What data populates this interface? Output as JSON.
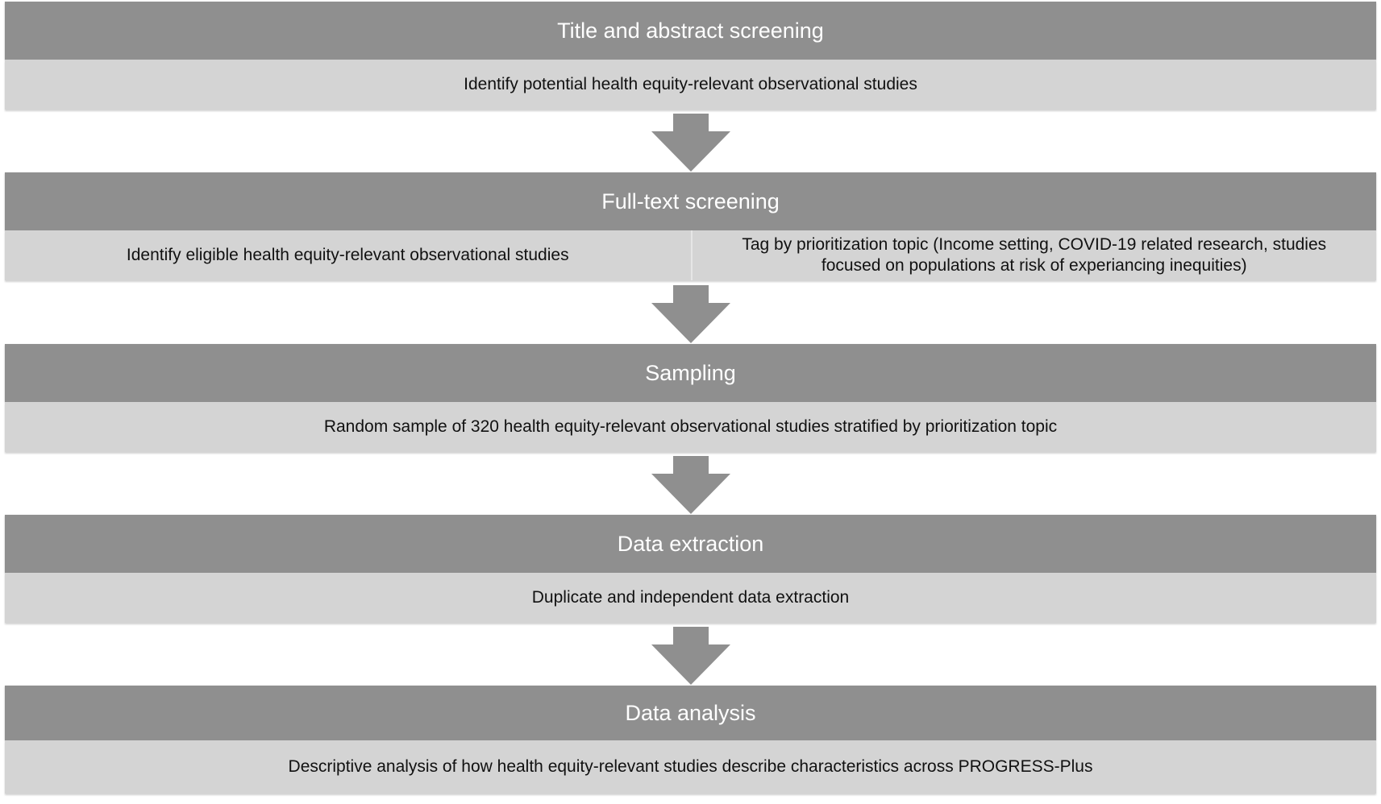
{
  "stages": [
    {
      "title": "Title and abstract screening",
      "steps": [
        "Identify potential health equity-relevant observational studies"
      ]
    },
    {
      "title": "Full-text screening",
      "steps": [
        "Identify eligible health equity-relevant observational studies",
        "Tag by prioritization topic (Income setting, COVID-19 related research, studies focused on populations at risk of experiancing inequities)"
      ]
    },
    {
      "title": "Sampling",
      "steps": [
        "Random sample of 320 health equity-relevant observational studies stratified by prioritization topic"
      ]
    },
    {
      "title": "Data extraction",
      "steps": [
        "Duplicate and independent data extraction"
      ]
    },
    {
      "title": "Data analysis",
      "steps": [
        "Descriptive analysis of how health equity-relevant studies describe characteristics across PROGRESS-Plus"
      ]
    }
  ],
  "colors": {
    "header_fill": "#8f8f8f",
    "body_fill": "#d4d4d4",
    "arrow_fill": "#8f8f8f"
  }
}
